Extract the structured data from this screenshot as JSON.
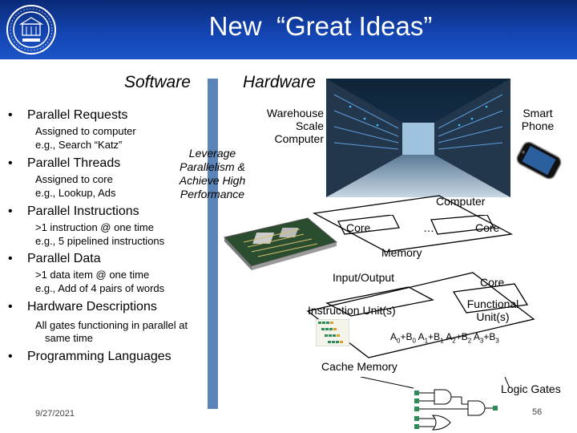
{
  "header": {
    "title": "New  “Great Ideas”"
  },
  "columns": {
    "software": "Software",
    "hardware": "Hardware"
  },
  "bullets": [
    {
      "title": "Parallel Requests",
      "sub": [
        "Assigned to computer",
        "e.g., Search “Katz”"
      ]
    },
    {
      "title": "Parallel Threads",
      "sub": [
        "Assigned to core",
        "e.g., Lookup, Ads"
      ]
    },
    {
      "title": "Parallel Instructions",
      "sub": [
        ">1 instruction @ one time",
        "e.g., 5 pipelined instructions"
      ]
    },
    {
      "title": "Parallel Data",
      "sub": [
        ">1 data item @ one time",
        "e.g., Add of 4 pairs of words"
      ]
    },
    {
      "title": "Hardware Descriptions",
      "sub": [
        "All gates functioning in parallel at",
        "same time"
      ]
    },
    {
      "title": "Programming Languages",
      "sub": []
    }
  ],
  "bullet_glyph": "•",
  "leverage": [
    "Leverage",
    "Parallelism &",
    "Achieve High",
    "Performance"
  ],
  "hardware": {
    "wsc": [
      "Warehouse",
      "Scale",
      "Computer"
    ],
    "phone": [
      "Smart",
      "Phone"
    ],
    "computer": "Computer",
    "core_left": "Core",
    "ellipsis": "…",
    "core_right": "Core",
    "memory": "Memory",
    "io": "Input/Output",
    "core_single": "Core",
    "functional_unit": [
      "Functional",
      "Unit(s)"
    ],
    "instruction_unit": "Instruction Unit(s)",
    "adds": [
      {
        "a": "A",
        "as": "0",
        "b": "B",
        "bs": "0"
      },
      {
        "a": "A",
        "as": "1",
        "b": "B",
        "bs": "1"
      },
      {
        "a": "A",
        "as": "2",
        "b": "B",
        "bs": "2"
      },
      {
        "a": "A",
        "as": "3",
        "b": "B",
        "bs": "3"
      }
    ],
    "cache": "Cache Memory",
    "logic_gates": "Logic Gates"
  },
  "footer": {
    "date": "9/27/2021",
    "page": "56"
  }
}
